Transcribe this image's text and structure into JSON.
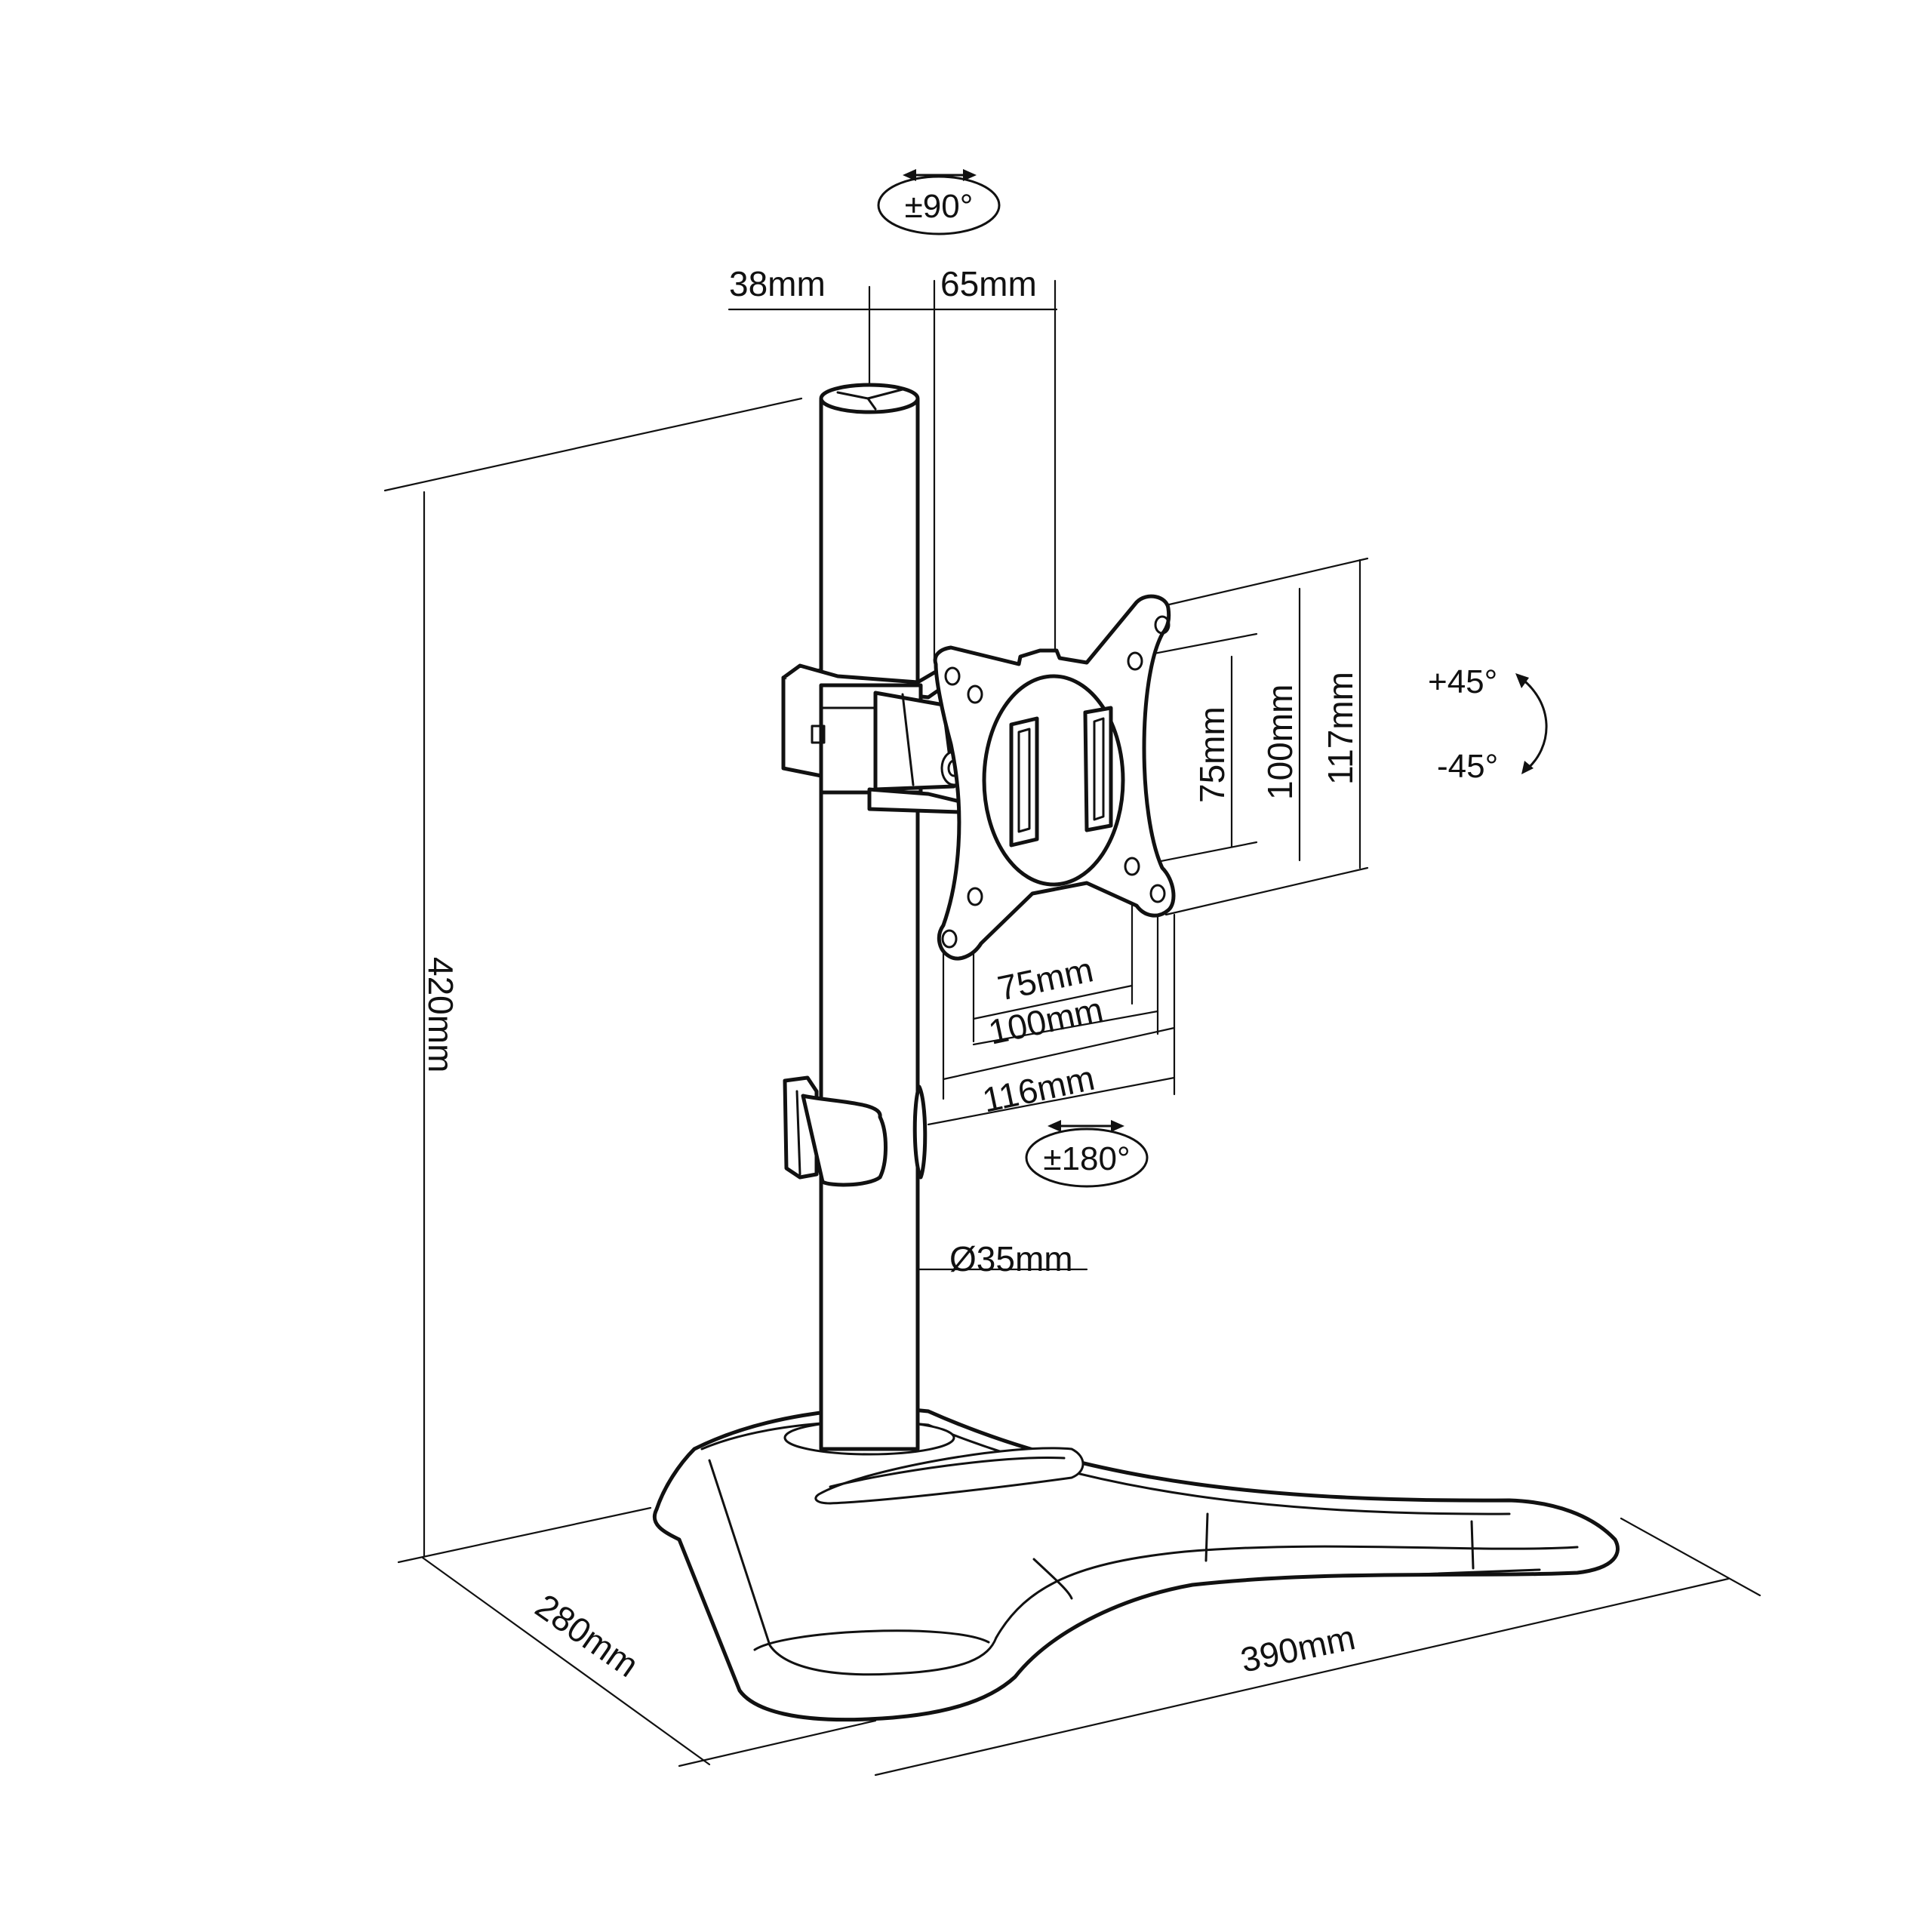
{
  "colors": {
    "line": "#111111",
    "background": "#ffffff"
  },
  "labels": {
    "pole_offset": "38mm",
    "arm_offset": "65mm",
    "total_height": "420mm",
    "pole_diameter": "Ø35mm",
    "base_depth": "280mm",
    "base_width": "390mm",
    "vesa_h_75": "75mm",
    "vesa_h_100": "100mm",
    "plate_width": "116mm",
    "vesa_v_75": "75mm",
    "vesa_v_100": "100mm",
    "plate_height": "117mm"
  },
  "angles": {
    "swivel_top": "±90°",
    "rotation": "±180°",
    "tilt_up": "+45°",
    "tilt_down": "-45°"
  }
}
